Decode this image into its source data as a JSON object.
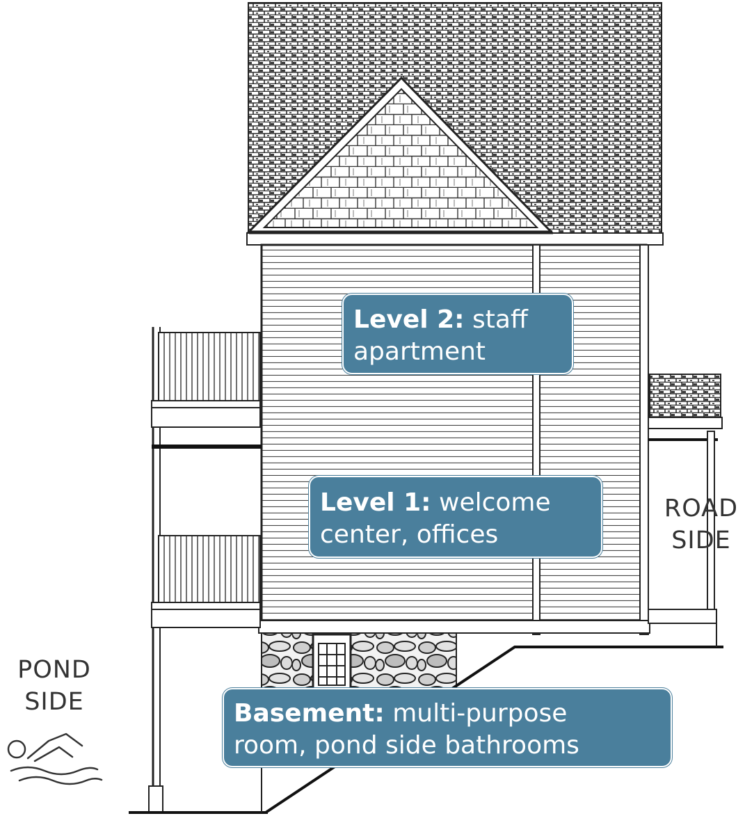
{
  "callouts": {
    "level2": {
      "heading": "Level 2:",
      "text_line1": "staff",
      "text_line2": "apartment"
    },
    "level1": {
      "heading": "Level 1:",
      "text_line1": "welcome",
      "text_line2": "center, offices"
    },
    "basement": {
      "heading": "Basement:",
      "text_line1": "multi-purpose",
      "text_line2": "room, pond side bathrooms"
    }
  },
  "labels": {
    "pond_side_line1": "POND",
    "pond_side_line2": "SIDE",
    "road_side_line1": "ROAD",
    "road_side_line2": "SIDE"
  },
  "colors": {
    "callout_fill": "#4a7f9c",
    "line": "#222222",
    "label_text": "#333333"
  },
  "icons": [
    "swimmer-icon"
  ]
}
